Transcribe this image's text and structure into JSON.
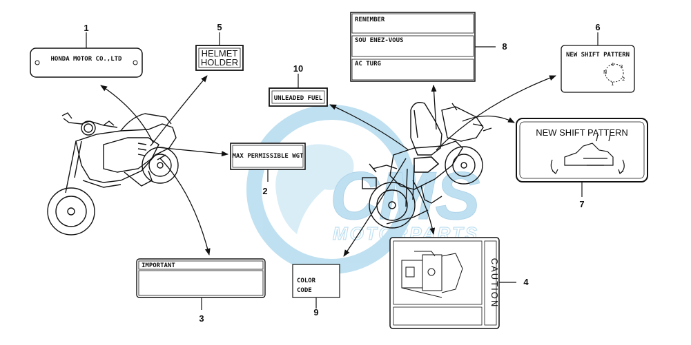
{
  "watermark": {
    "brand": "CMS",
    "tagline": "MOTORPARTS",
    "color": "#8cc8e6"
  },
  "callouts": [
    {
      "num": "1",
      "text": "HONDA MOTOR CO.,LTD"
    },
    {
      "num": "2",
      "text": "MAX PERMISSIBLE WGT"
    },
    {
      "num": "3",
      "text": "IMPORTANT"
    },
    {
      "num": "4",
      "text": "CAUTION"
    },
    {
      "num": "5",
      "text": "HELMET",
      "text2": "HOLDER"
    },
    {
      "num": "6",
      "text": "NEW SHIFT PATTERN"
    },
    {
      "num": "7",
      "text": "NEW SHIFT PATTERN"
    },
    {
      "num": "8",
      "text": "RENEMBER",
      "text2": "SOU ENEZ-VOUS",
      "text3": "AC TURG"
    },
    {
      "num": "9",
      "text": "COLOR",
      "text2": "CODE"
    },
    {
      "num": "10",
      "text": "UNLEADED FUEL"
    }
  ]
}
